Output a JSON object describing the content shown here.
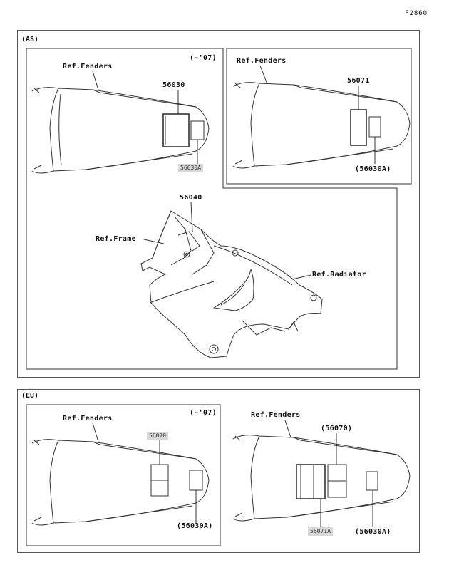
{
  "diagram_code": "F2860",
  "sections": {
    "as": {
      "region": "(AS)",
      "sub1": {
        "year_note": "(~'07)",
        "ref_label": "Ref.Fenders",
        "part_number": "56030",
        "sub_part": "56030A"
      },
      "sub2": {
        "ref_label": "Ref.Fenders",
        "part_number": "56071",
        "sub_part": "(56030A)"
      },
      "sub3": {
        "part_number": "56040",
        "ref_frame": "Ref.Frame",
        "ref_radiator": "Ref.Radiator"
      }
    },
    "eu": {
      "region": "(EU)",
      "sub1": {
        "year_note": "(~'07)",
        "ref_label": "Ref.Fenders",
        "part_number": "56070",
        "sub_part": "(56030A)"
      },
      "sub2": {
        "ref_label": "Ref.Fenders",
        "part_number": "(56070)",
        "part_number_2": "56071A",
        "sub_part": "(56030A)"
      }
    }
  }
}
